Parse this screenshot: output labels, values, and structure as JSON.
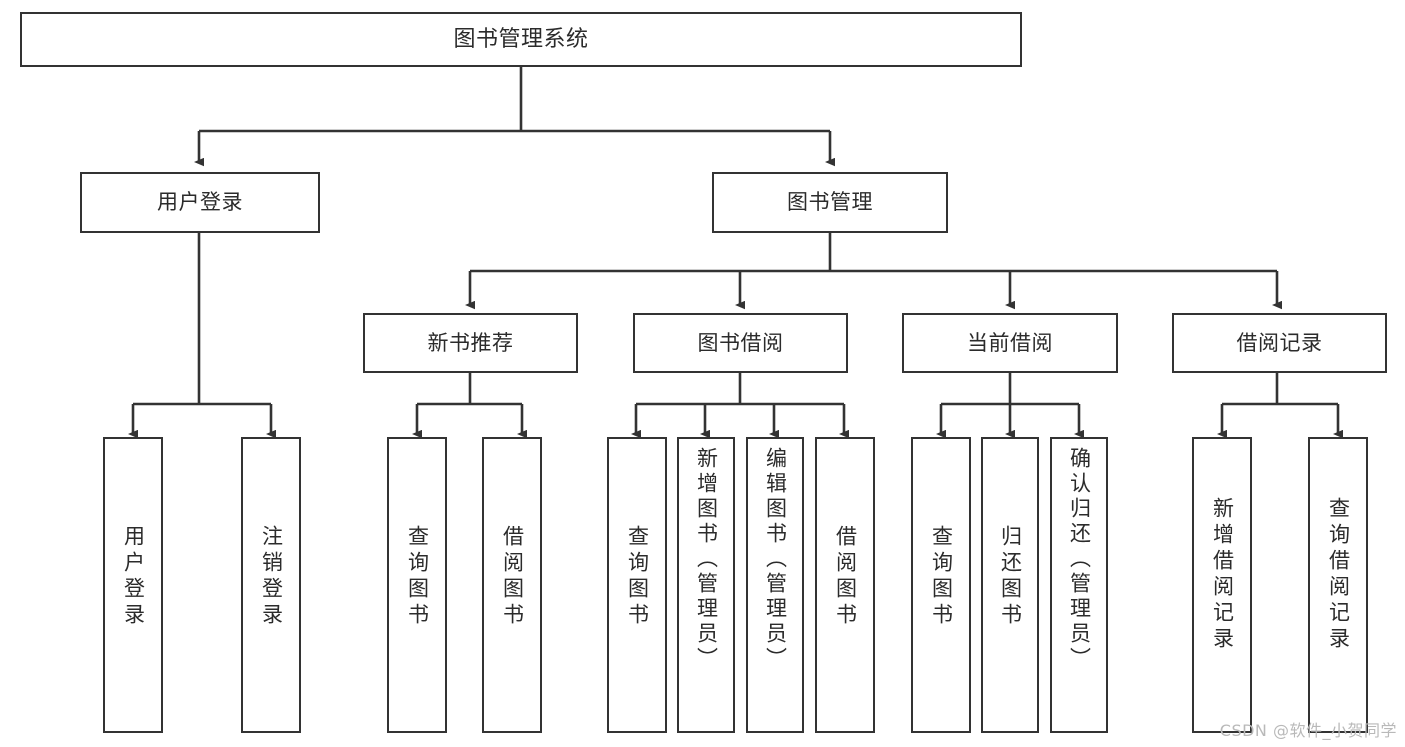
{
  "diagram": {
    "title": "图书管理系统",
    "type": "tree-hierarchy",
    "colors": {
      "box_border": "#333333",
      "box_fill": "#ffffff",
      "text": "#2b2b2b",
      "edge": "#333333",
      "watermark": "#b9b9b9",
      "background": "#ffffff"
    },
    "nodes": {
      "root": {
        "label": "图书管理系统"
      },
      "level2": [
        {
          "id": "user-login",
          "label": "用户登录"
        },
        {
          "id": "book-management",
          "label": "图书管理"
        }
      ],
      "level3": [
        {
          "id": "new-book-recommend",
          "label": "新书推荐"
        },
        {
          "id": "book-borrow",
          "label": "图书借阅"
        },
        {
          "id": "current-borrow",
          "label": "当前借阅"
        },
        {
          "id": "borrow-record",
          "label": "借阅记录"
        }
      ],
      "leaves": {
        "user_login": [
          {
            "id": "leaf-user-login",
            "label": "用户登录"
          },
          {
            "id": "leaf-logout-login",
            "label": "注销登录"
          }
        ],
        "new_book_recommend": [
          {
            "id": "leaf-query-book-1",
            "label": "查询图书"
          },
          {
            "id": "leaf-borrow-book-1",
            "label": "借阅图书"
          }
        ],
        "book_borrow": [
          {
            "id": "leaf-query-book-2",
            "label": "查询图书"
          },
          {
            "id": "leaf-add-book",
            "label": "新增图书（管理员）"
          },
          {
            "id": "leaf-edit-book",
            "label": "编辑图书（管理员）"
          },
          {
            "id": "leaf-borrow-book-2",
            "label": "借阅图书"
          }
        ],
        "current_borrow": [
          {
            "id": "leaf-query-book-3",
            "label": "查询图书"
          },
          {
            "id": "leaf-return-book",
            "label": "归还图书"
          },
          {
            "id": "leaf-confirm-return",
            "label": "确认归还（管理员）"
          }
        ],
        "borrow_record": [
          {
            "id": "leaf-add-record",
            "label": "新增借阅记录"
          },
          {
            "id": "leaf-query-record",
            "label": "查询借阅记录"
          }
        ]
      }
    },
    "watermark": "CSDN @软件_小贺同学"
  }
}
